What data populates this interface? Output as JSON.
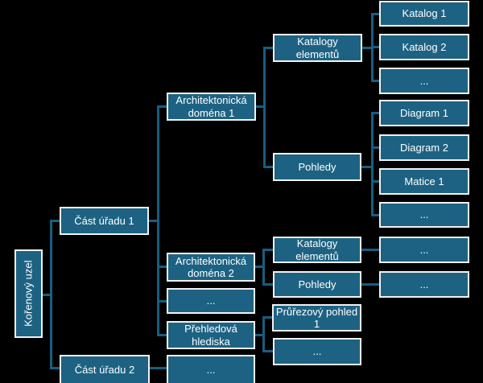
{
  "colors": {
    "background": "#000000",
    "node-fill": "#1d6282",
    "node-border": "#f2f2f2",
    "connector": "#175e80",
    "text": "#ffffff"
  },
  "tree": {
    "label": "Kořenový uzel",
    "children": [
      {
        "label": "Část úřadu 1",
        "children": [
          {
            "label": "Architektonická doména 1",
            "children": [
              {
                "label": "Katalogy elementů",
                "children": [
                  {
                    "label": "Katalog 1"
                  },
                  {
                    "label": "Katalog 2"
                  },
                  {
                    "label": "..."
                  }
                ]
              },
              {
                "label": "Pohledy",
                "children": [
                  {
                    "label": "Diagram 1"
                  },
                  {
                    "label": "Diagram 2"
                  },
                  {
                    "label": "Matice 1"
                  },
                  {
                    "label": "..."
                  }
                ]
              }
            ]
          },
          {
            "label": "Architektonická doména 2",
            "children": [
              {
                "label": "Katalogy elementů",
                "children": [
                  {
                    "label": "..."
                  }
                ]
              },
              {
                "label": "Pohledy",
                "children": [
                  {
                    "label": "..."
                  }
                ]
              }
            ]
          },
          {
            "label": "..."
          },
          {
            "label": "Přehledová hlediska",
            "children": [
              {
                "label": "Průřezový pohled 1"
              },
              {
                "label": "..."
              }
            ]
          }
        ]
      },
      {
        "label": "Část úřadu 2",
        "children": [
          {
            "label": "..."
          }
        ]
      }
    ]
  }
}
